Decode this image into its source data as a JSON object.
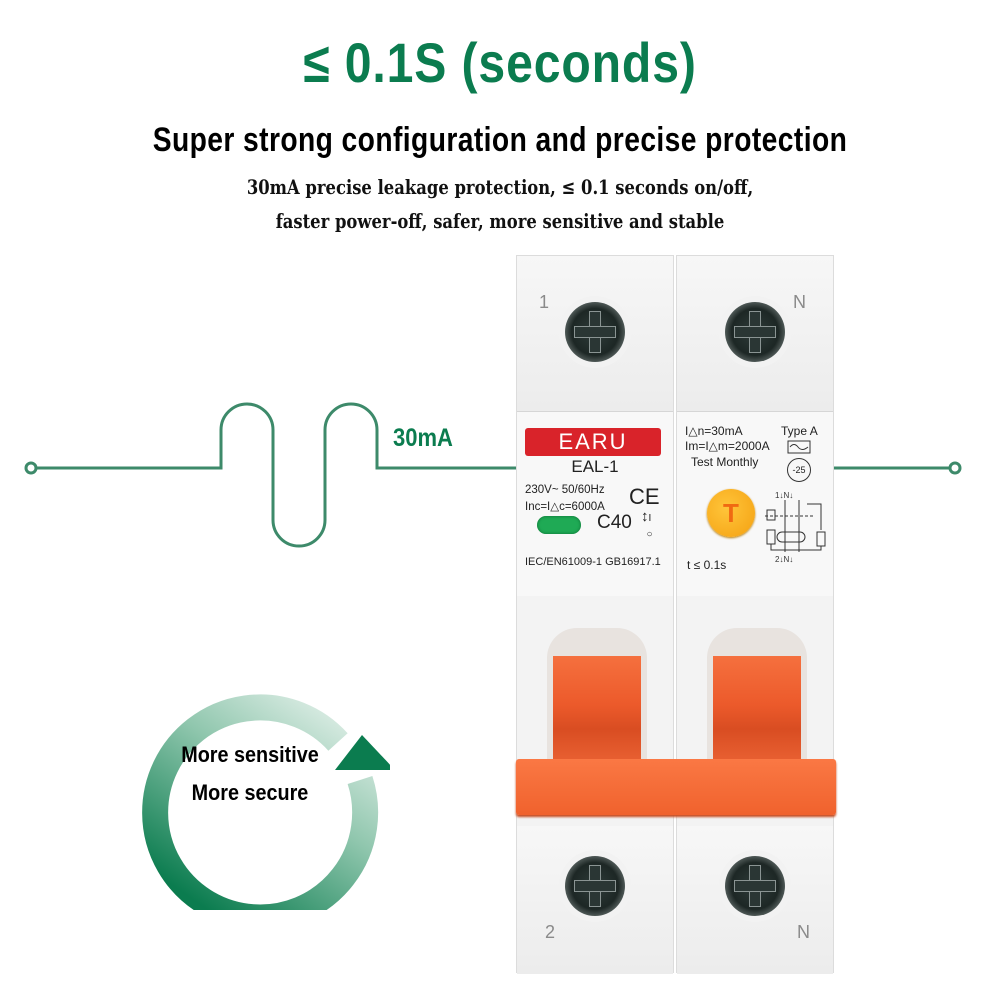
{
  "header": {
    "headline": "≤ 0.1S (seconds)",
    "subheadline": "Super strong configuration and precise protection",
    "description_line1": "30mA precise leakage protection, ≤ 0.1 seconds on/off,",
    "description_line2": "faster power-off, safer, more sensitive and stable"
  },
  "diagram": {
    "leakage_label": "30mA",
    "line_color": "#3d8a6a"
  },
  "breaker": {
    "terminals_top": [
      "1",
      "N"
    ],
    "terminals_bottom": [
      "2",
      "N"
    ],
    "brand": "EARU",
    "model": "EAL-1",
    "voltage_freq": "230V~  50/60Hz",
    "breaking_capacity": "Inc=I△c=6000A",
    "ce_mark": "CE",
    "rating": "C40",
    "on_off_symbol": "↕ I O",
    "standards": "IEC/EN61009-1 GB16917.1",
    "residual_current": "I△n=30mA",
    "type": "Type A",
    "making_capacity": "Im=I△m=2000A",
    "test_note": "Test Monthly",
    "temp_rating": "-25",
    "test_button_label": "T",
    "trip_time": "t ≤ 0.1s",
    "schematic_top": "1↓N↓",
    "schematic_bottom": "2↓N↓"
  },
  "badge": {
    "line1": "More sensitive",
    "line2": "More secure"
  },
  "colors": {
    "brand_green": "#0b7c4f",
    "earu_red": "#d9232a",
    "handle_orange": "#f0622d",
    "test_yellow": "#f4a011"
  }
}
